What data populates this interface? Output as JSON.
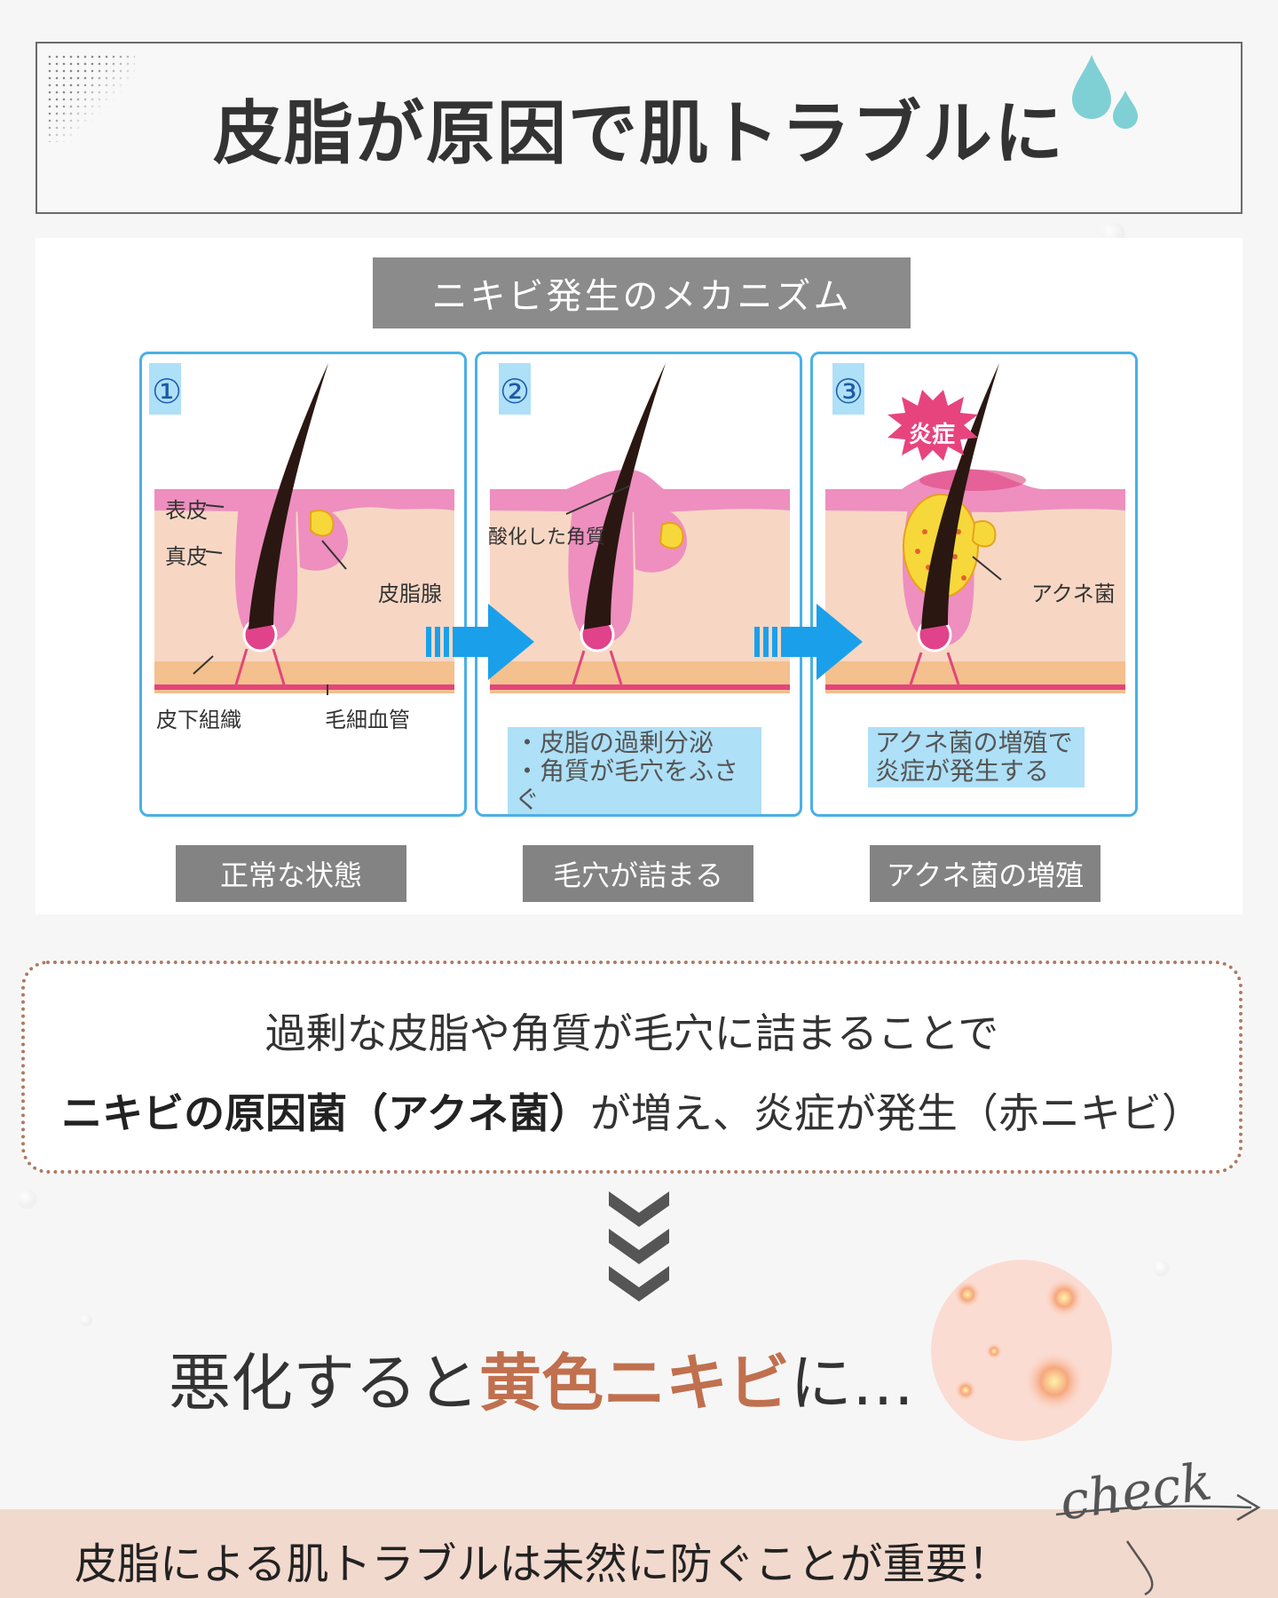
{
  "title": "皮脂が原因で肌トラブルに",
  "mechanism_label": "ニキビ発生のメカニズム",
  "stages": [
    {
      "number": "①",
      "caption": "正常な状態",
      "labels": {
        "epidermis": "表皮",
        "dermis": "真皮",
        "sebaceous": "皮脂腺",
        "subcutaneous": "皮下組織",
        "capillary": "毛細血管"
      }
    },
    {
      "number": "②",
      "caption": "毛穴が詰まる",
      "labels": {
        "keratin": "酸化した角質"
      },
      "note": [
        "・皮脂の過剰分泌",
        "・角質が毛穴をふさぐ"
      ]
    },
    {
      "number": "③",
      "caption": "アクネ菌の増殖",
      "labels": {
        "inflammation": "炎症",
        "bacteria": "アクネ菌"
      },
      "note": [
        "アクネ菌の増殖で",
        "炎症が発生する"
      ]
    }
  ],
  "explanation": {
    "line1": "過剰な皮脂や角質が毛穴に詰まることで",
    "line2_bold": "ニキビの原因菌（アクネ菌）",
    "line2_rest": "が増え、炎症が発生（赤ニキビ）"
  },
  "worse": {
    "prefix": "悪化すると",
    "highlight": "黄色ニキビ",
    "suffix": "に…"
  },
  "footer": "皮脂による肌トラブルは未然に防ぐことが重要！",
  "check_label": "check",
  "colors": {
    "accent": "#c0704e",
    "frame": "#4ab0e6",
    "caption_bg": "#838383",
    "footer_bg": "#f2d9cd",
    "drop": "#7fd0d4"
  }
}
